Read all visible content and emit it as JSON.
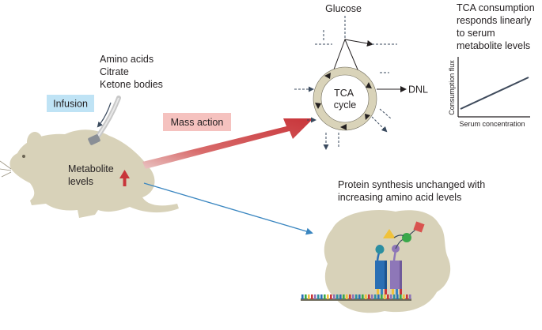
{
  "infusion": {
    "label": "Infusion",
    "substrates": [
      "Amino acids",
      "Citrate",
      "Ketone bodies"
    ]
  },
  "mouse": {
    "label_lines": [
      "Metabolite",
      "levels"
    ]
  },
  "mass_action": {
    "label": "Mass action"
  },
  "tca": {
    "glucose_label": "Glucose",
    "cycle_lines": [
      "TCA",
      "cycle"
    ],
    "output_label": "DNL"
  },
  "graph": {
    "caption_lines": [
      "TCA consumption",
      "responds linearly",
      "to serum",
      "metabolite levels"
    ],
    "ylabel": "Consumption flux",
    "xlabel": "Serum concentration"
  },
  "protein": {
    "caption_lines": [
      "Protein synthesis unchanged with",
      "increasing amino acid levels"
    ]
  },
  "colors": {
    "mouse": "#d8d2b9",
    "infusion_box": "#bfe3f5",
    "mass_box": "#f5c2bf",
    "red_arrow": "#c8353a",
    "blue_arrow": "#3a86c0",
    "cycle_ring": "#d9d3b9",
    "trna_blue": "#2a6fb4",
    "trna_purple": "#8e77b8"
  }
}
